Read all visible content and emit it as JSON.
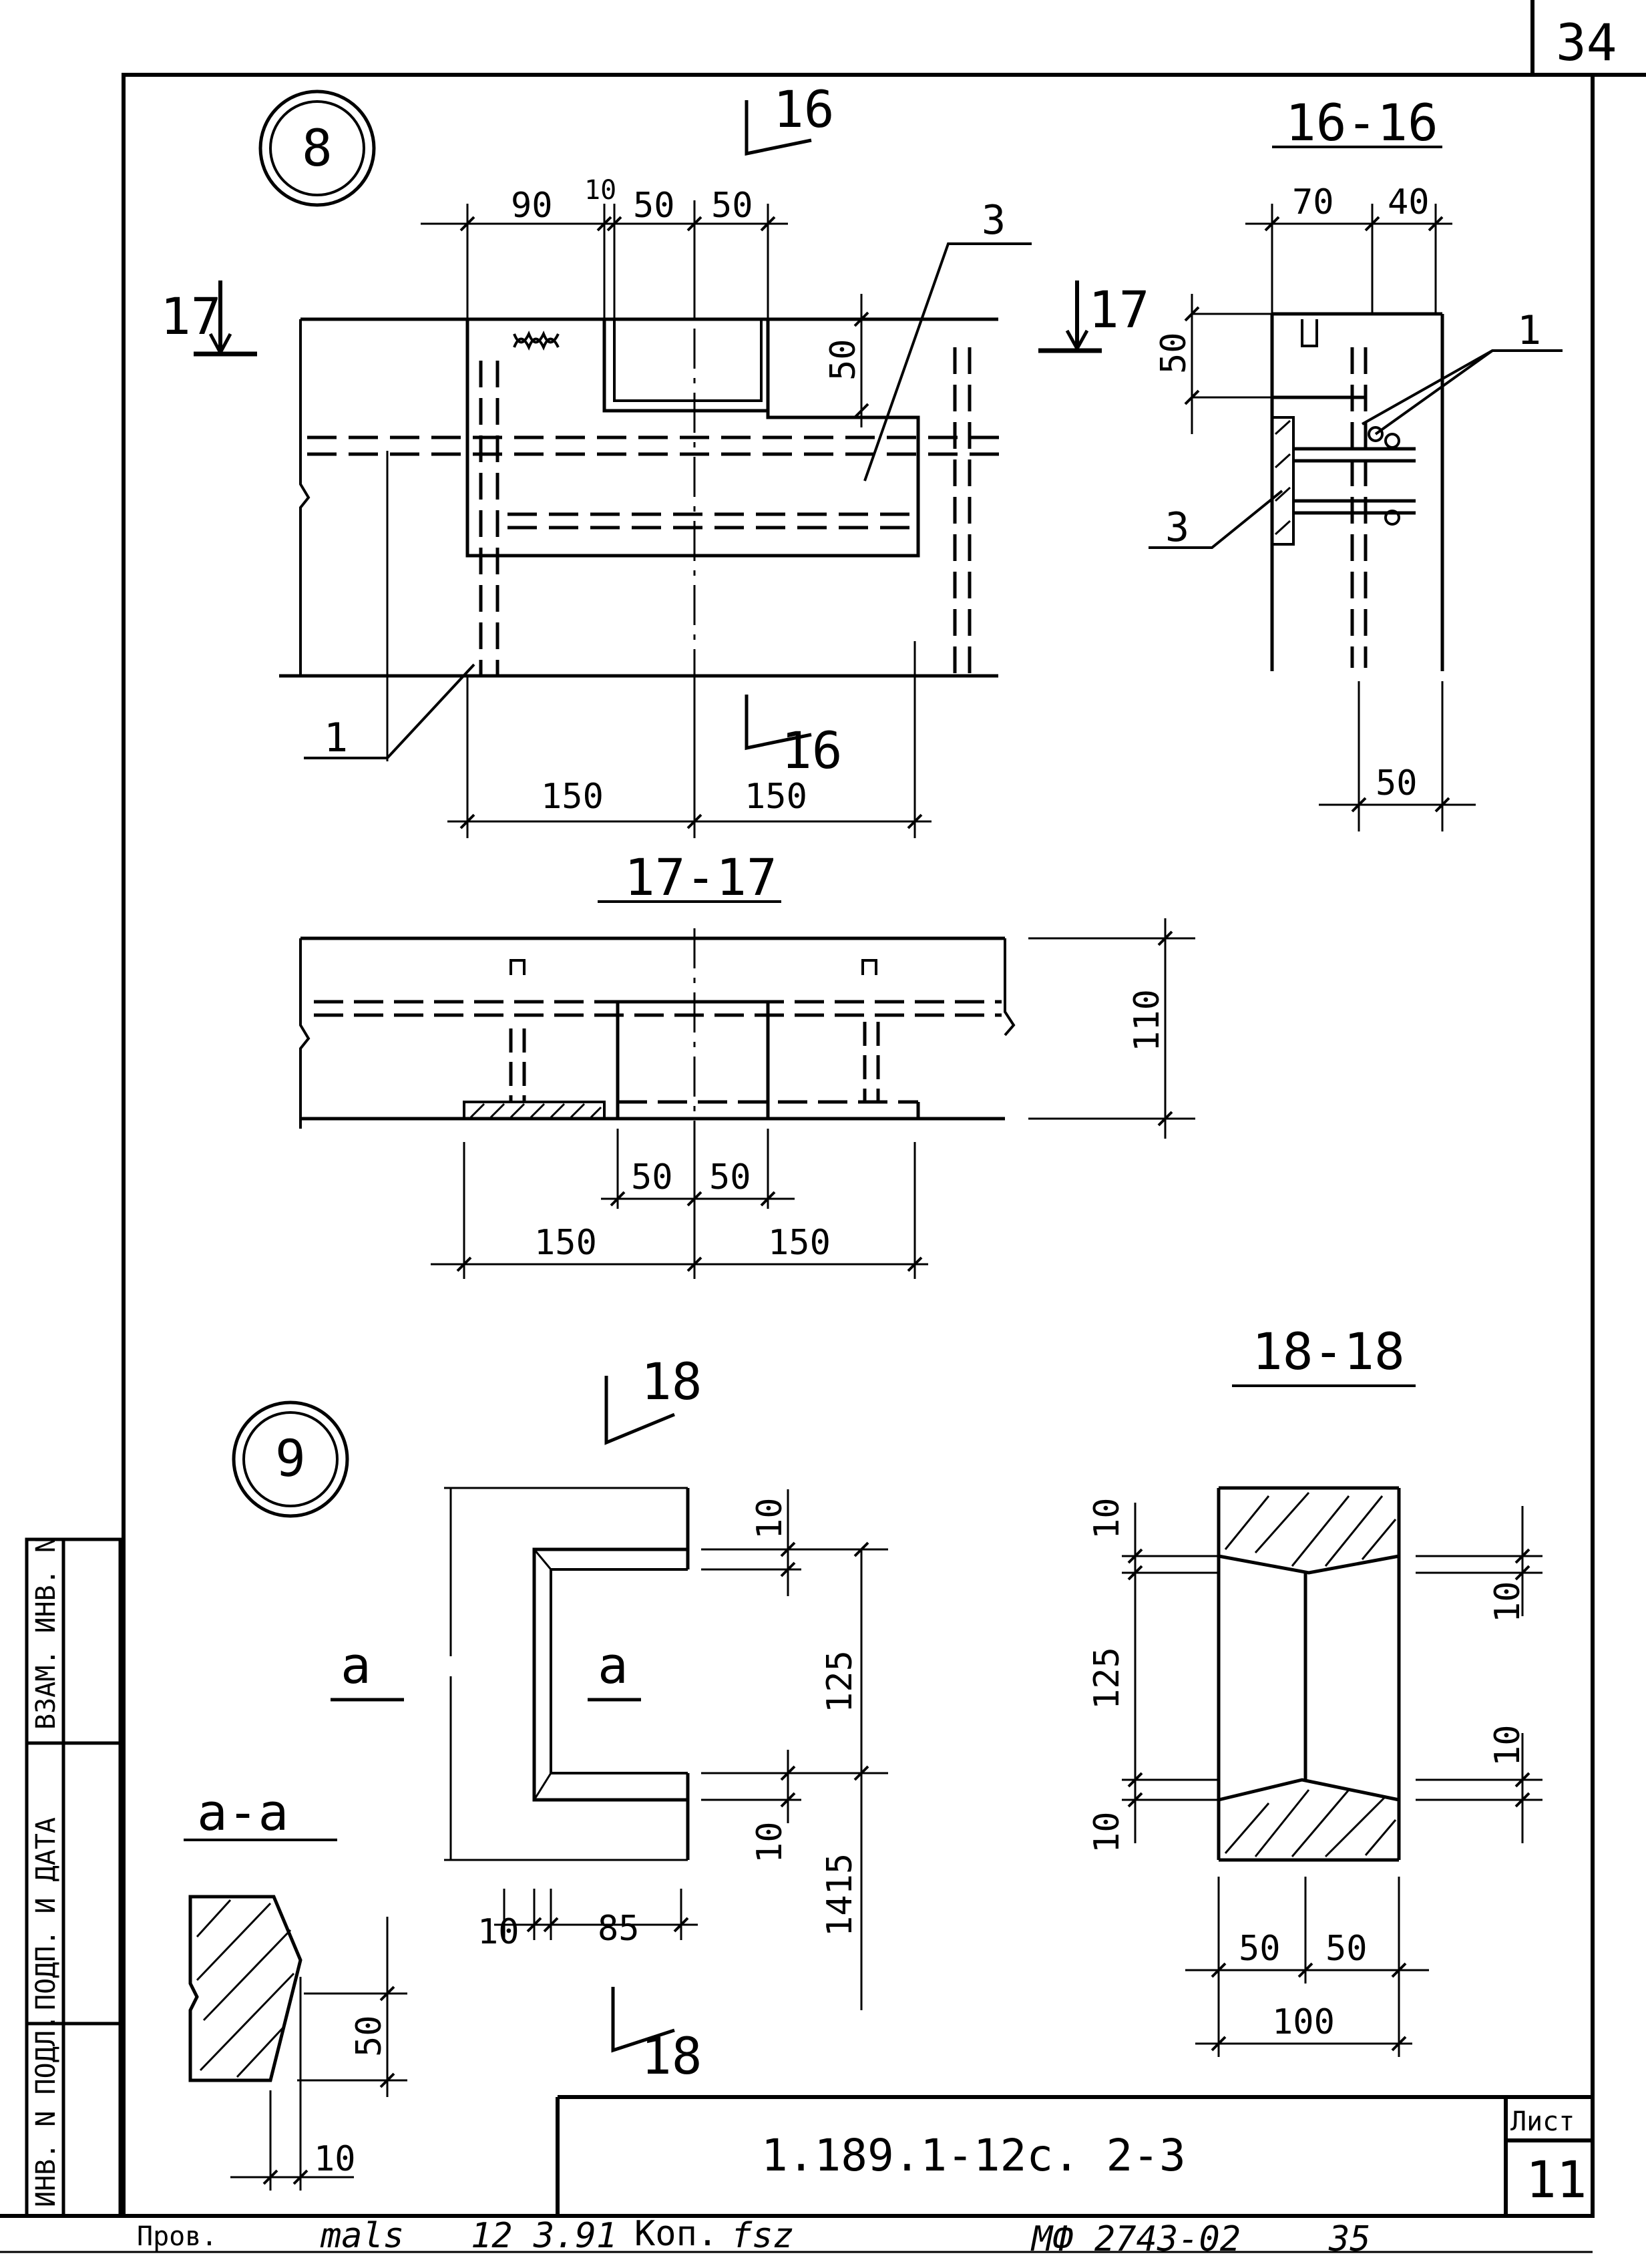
{
  "page_number": "34",
  "detail_8": {
    "circle_label": "8",
    "cut_16_top": "16",
    "cut_16_bottom": "16",
    "cut_17_left": "17",
    "cut_17_right": "17",
    "dims_top": [
      "90",
      "10",
      "50",
      "50"
    ],
    "dim_vertical": "50",
    "dims_bottom": [
      "150",
      "150"
    ],
    "callout_1": "1",
    "callout_3": "3"
  },
  "section_16": {
    "title": "16-16",
    "dims_top": [
      "70",
      "40"
    ],
    "dim_vertical": "50",
    "dim_bottom": "50",
    "callout_1": "1",
    "callout_3": "3"
  },
  "section_17": {
    "title": "17-17",
    "dim_height": "110",
    "dims_mid": [
      "50",
      "50"
    ],
    "dims_bottom": [
      "150",
      "150"
    ]
  },
  "detail_9": {
    "circle_label": "9",
    "cut_18_top": "18",
    "cut_18_bottom": "18",
    "label_a_left": "a",
    "label_a_right": "a",
    "dims_right": [
      "10",
      "125",
      "10",
      "1415"
    ],
    "dims_bottom": [
      "10",
      "85"
    ]
  },
  "section_aa": {
    "title": "a-a",
    "dim_vertical": "50",
    "dim_bottom": "10"
  },
  "section_18": {
    "title": "18-18",
    "dims_left": [
      "10",
      "125",
      "10"
    ],
    "dims_right": [
      "10",
      "10"
    ],
    "dims_bottom": [
      "50",
      "50"
    ],
    "dim_total": "100"
  },
  "side_stamp": {
    "cells": [
      "ВЗАМ. ИНВ. N",
      "ПОДП. И ДАТА",
      "ИНВ. N ПОДЛ."
    ]
  },
  "title_block": {
    "doc_code": "1.189.1-12с. 2-3",
    "sheet_label": "Лист",
    "sheet_number": "11"
  },
  "footer": {
    "checked_label": "Пров.",
    "signature": "mals",
    "date": "12 3.91",
    "copy_label": "Коп.",
    "copy_signature": "fsz",
    "archive_number": "МФ 2743-02",
    "archive_page": "35"
  }
}
